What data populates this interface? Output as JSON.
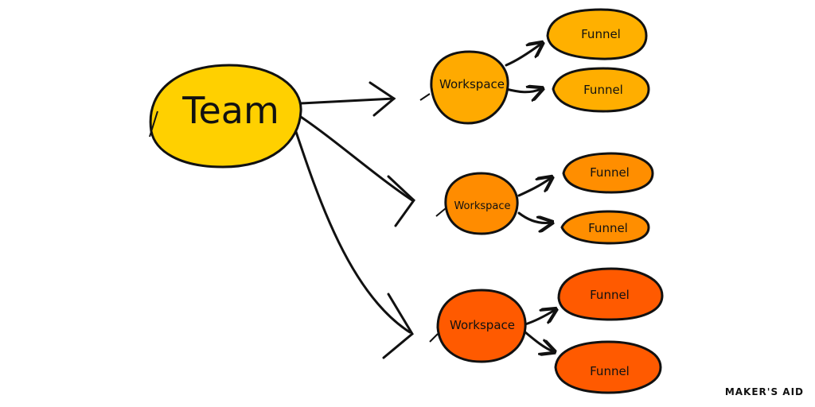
{
  "nodes": {
    "team": {
      "label": "Team",
      "fill": "#FFD000"
    },
    "workspaces": [
      {
        "label": "Workspace",
        "fill": "#FFAA00",
        "funnels": [
          {
            "label": "Funnel",
            "fill": "#FFB000"
          },
          {
            "label": "Funnel",
            "fill": "#FFAE00"
          }
        ]
      },
      {
        "label": "Workspace",
        "fill": "#FF8C00",
        "funnels": [
          {
            "label": "Funnel",
            "fill": "#FF8E00"
          },
          {
            "label": "Funnel",
            "fill": "#FF8E00"
          }
        ]
      },
      {
        "label": "Workspace",
        "fill": "#FF5A00",
        "funnels": [
          {
            "label": "Funnel",
            "fill": "#FF5A00"
          },
          {
            "label": "Funnel",
            "fill": "#FF5A00"
          }
        ]
      }
    ]
  },
  "watermark": "MAKER'S AID",
  "colors": {
    "stroke": "#111111",
    "background": "#FFFFFF"
  }
}
